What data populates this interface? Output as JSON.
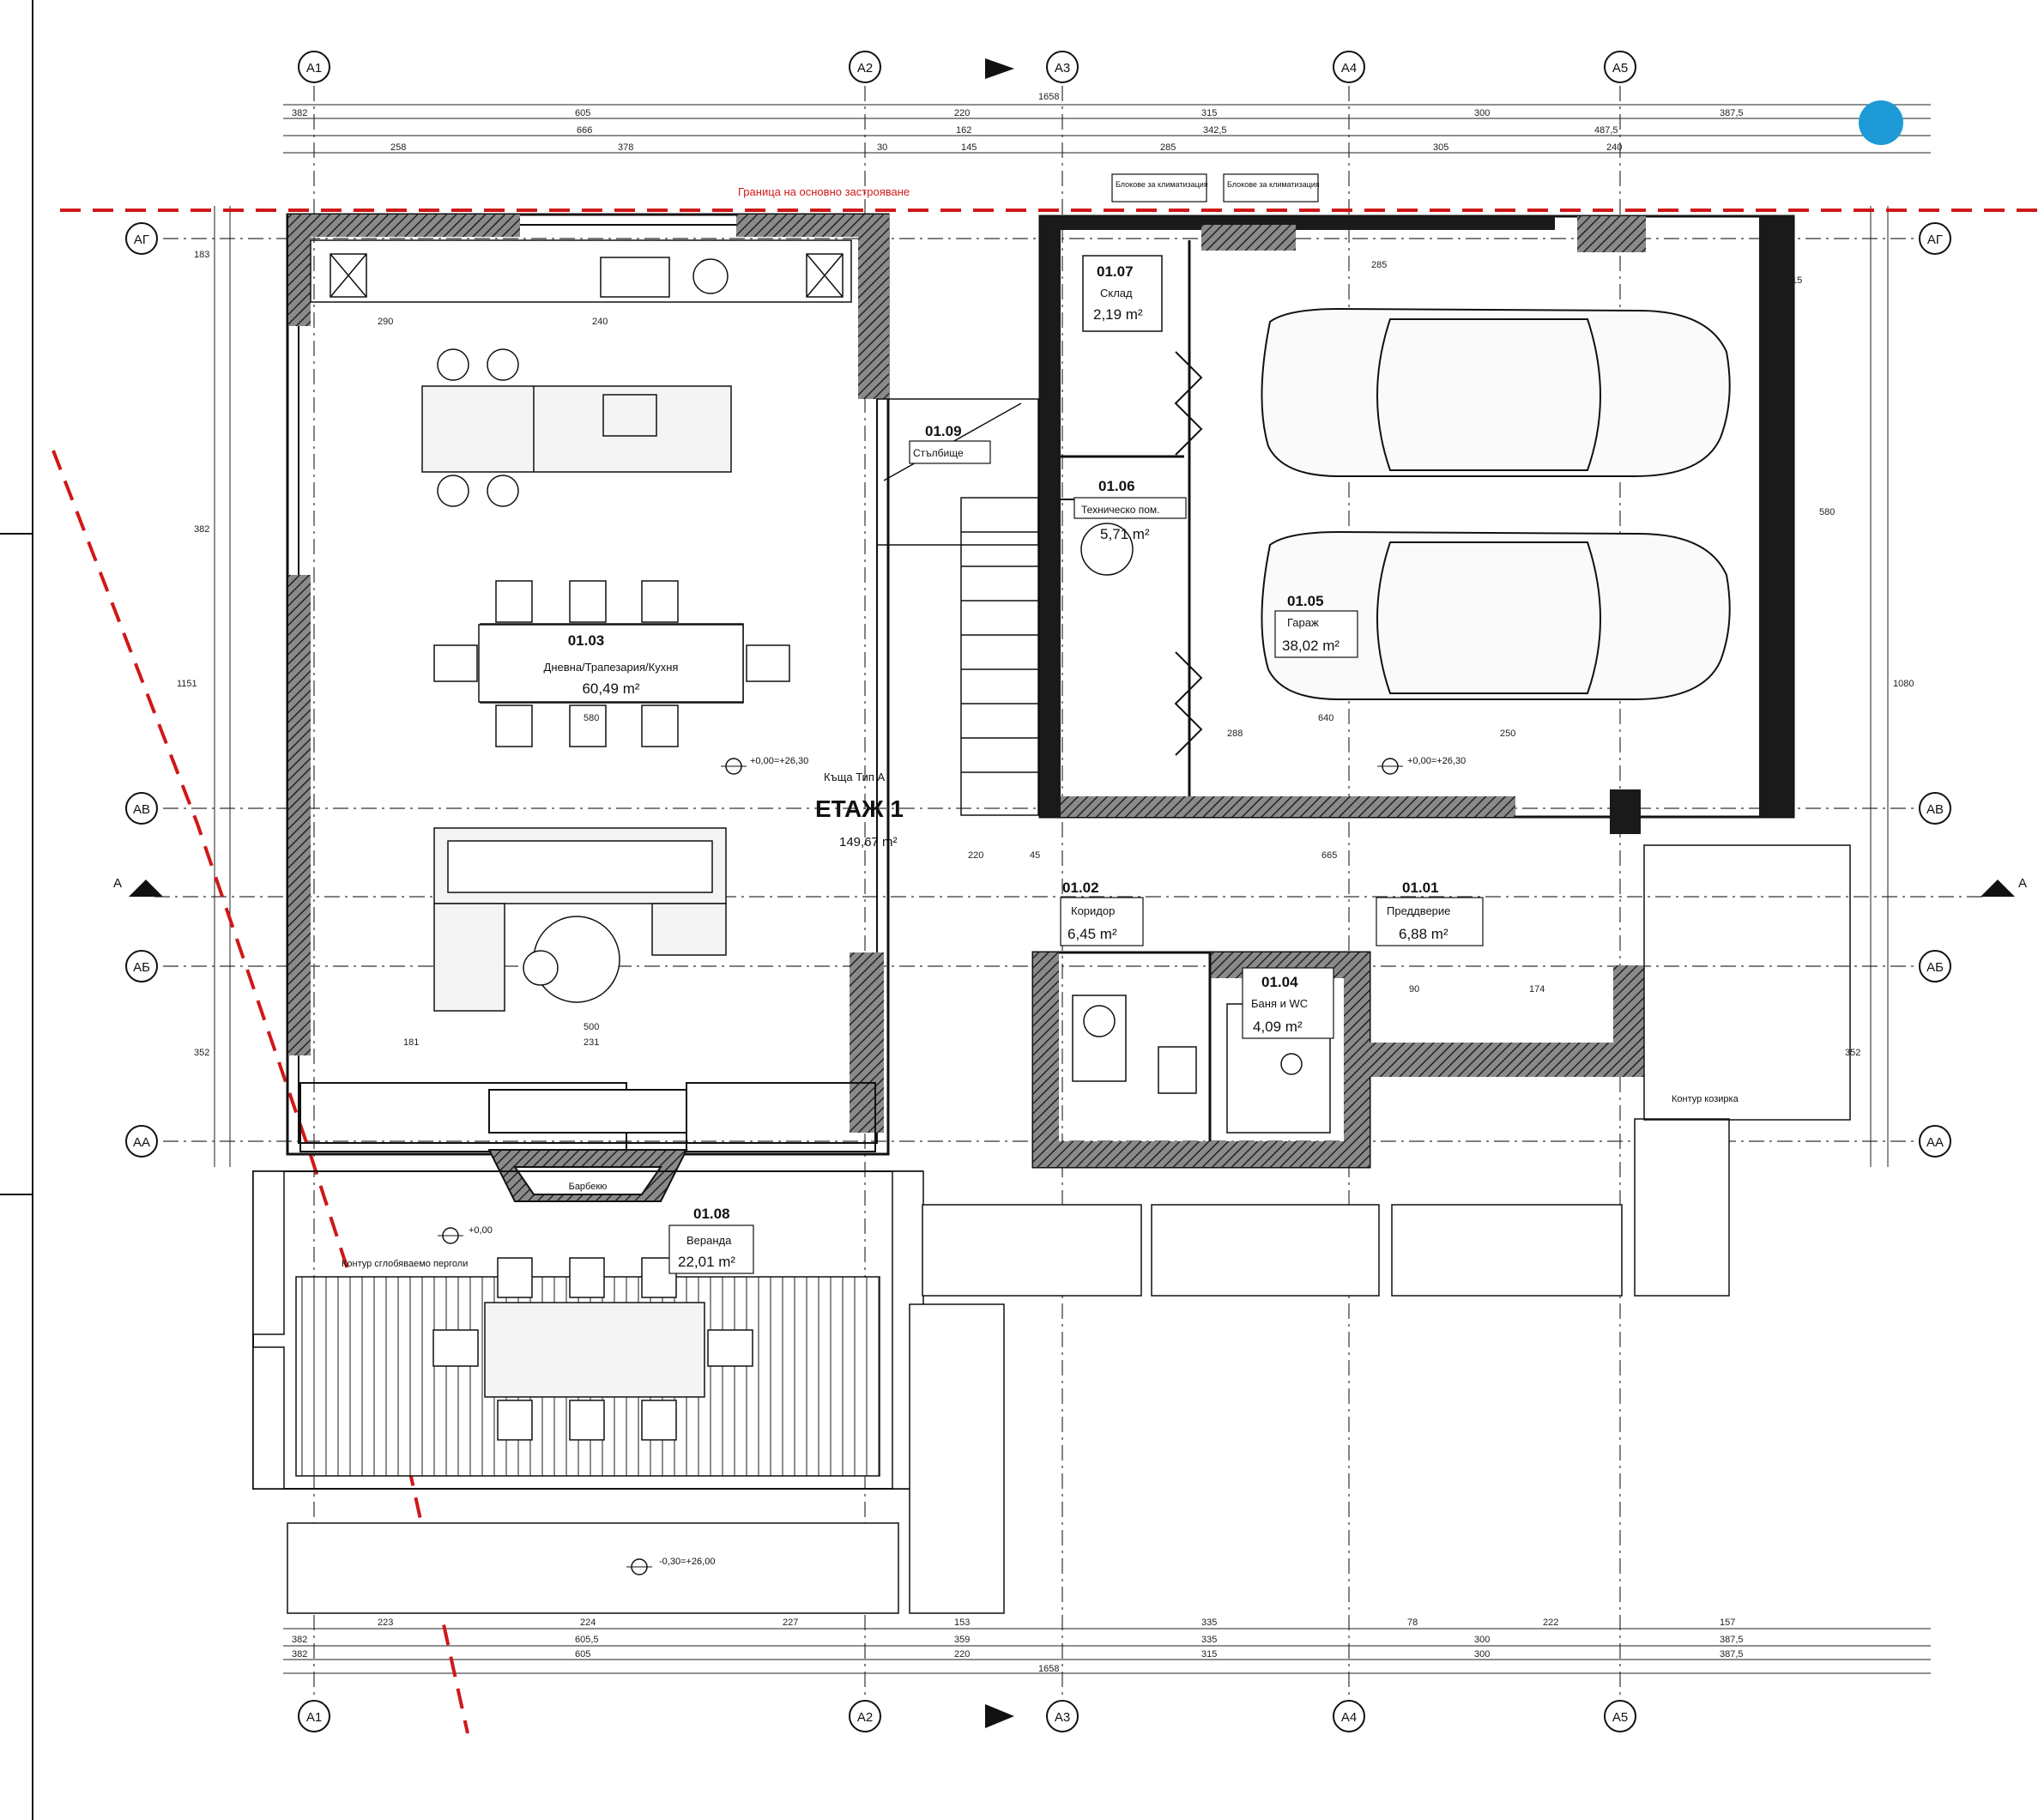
{
  "plan": {
    "floor": {
      "title": "ЕТАЖ 1",
      "area": "149,67 m²",
      "house_type": "Къща Тип А"
    },
    "rooms": [
      {
        "id": "01.01",
        "name": "Преддверие",
        "area": "6,88 m²"
      },
      {
        "id": "01.02",
        "name": "Коридор",
        "area": "6,45 m²"
      },
      {
        "id": "01.03",
        "name": "Дневна/Трапезария/Кухня",
        "area": "60,49 m²"
      },
      {
        "id": "01.04",
        "name": "Баня и WC",
        "area": "4,09 m²"
      },
      {
        "id": "01.05",
        "name": "Гараж",
        "area": "38,02 m²"
      },
      {
        "id": "01.06",
        "name": "Техническо пом.",
        "area": "5,71 m²"
      },
      {
        "id": "01.07",
        "name": "Склад",
        "area": "2,19 m²"
      },
      {
        "id": "01.08",
        "name": "Веранда",
        "area": "22,01 m²"
      },
      {
        "id": "01.09",
        "name": "Стълбище",
        "area": ""
      }
    ],
    "grid_columns": [
      "А1",
      "А2",
      "А3",
      "А4",
      "А5"
    ],
    "grid_rows": [
      "АГ",
      "АВ",
      "АБ",
      "АА"
    ],
    "section_mark": "А",
    "levels": {
      "main": "+0,00=+26,30",
      "garage": "+0,00=+26,30",
      "veranda": "+0,00",
      "ground": "-0,30=+26,00"
    },
    "notes": {
      "boundary": "Граница на основно застрояване",
      "barbecue": "Барбекю",
      "canopy": "Контур сглобяваемо перголи",
      "canopy2": "Контур козирка",
      "equipment": "Блокове за климатизация"
    },
    "dims": {
      "total": "1658",
      "top_row1": [
        "382",
        "605",
        "220",
        "315",
        "300",
        "387,5"
      ],
      "top_row2": [
        "666",
        "162",
        "342,5",
        "487,5"
      ],
      "top_row3": [
        "258",
        "378",
        "30",
        "145",
        "285",
        "305",
        "240"
      ],
      "bottom_row1": [
        "223",
        "224",
        "227",
        "153",
        "335",
        "78",
        "222",
        "157"
      ],
      "bottom_row2": [
        "382",
        "605,5",
        "359",
        "335",
        "300",
        "387,5"
      ],
      "bottom_row3": [
        "382",
        "605",
        "220",
        "315",
        "300",
        "387,5"
      ],
      "left": [
        "183",
        "382",
        "1151",
        "352"
      ],
      "right": [
        "580",
        "1080",
        "352",
        "15"
      ],
      "inner": [
        "290",
        "240",
        "580",
        "500",
        "231",
        "181",
        "640",
        "288",
        "250",
        "220",
        "665",
        "285",
        "174",
        "90",
        "45"
      ]
    },
    "colors": {
      "wall": "#1a1a1a",
      "hatch": "#555555",
      "boundary": "#d01818",
      "marker": "#1e9ad6"
    }
  }
}
